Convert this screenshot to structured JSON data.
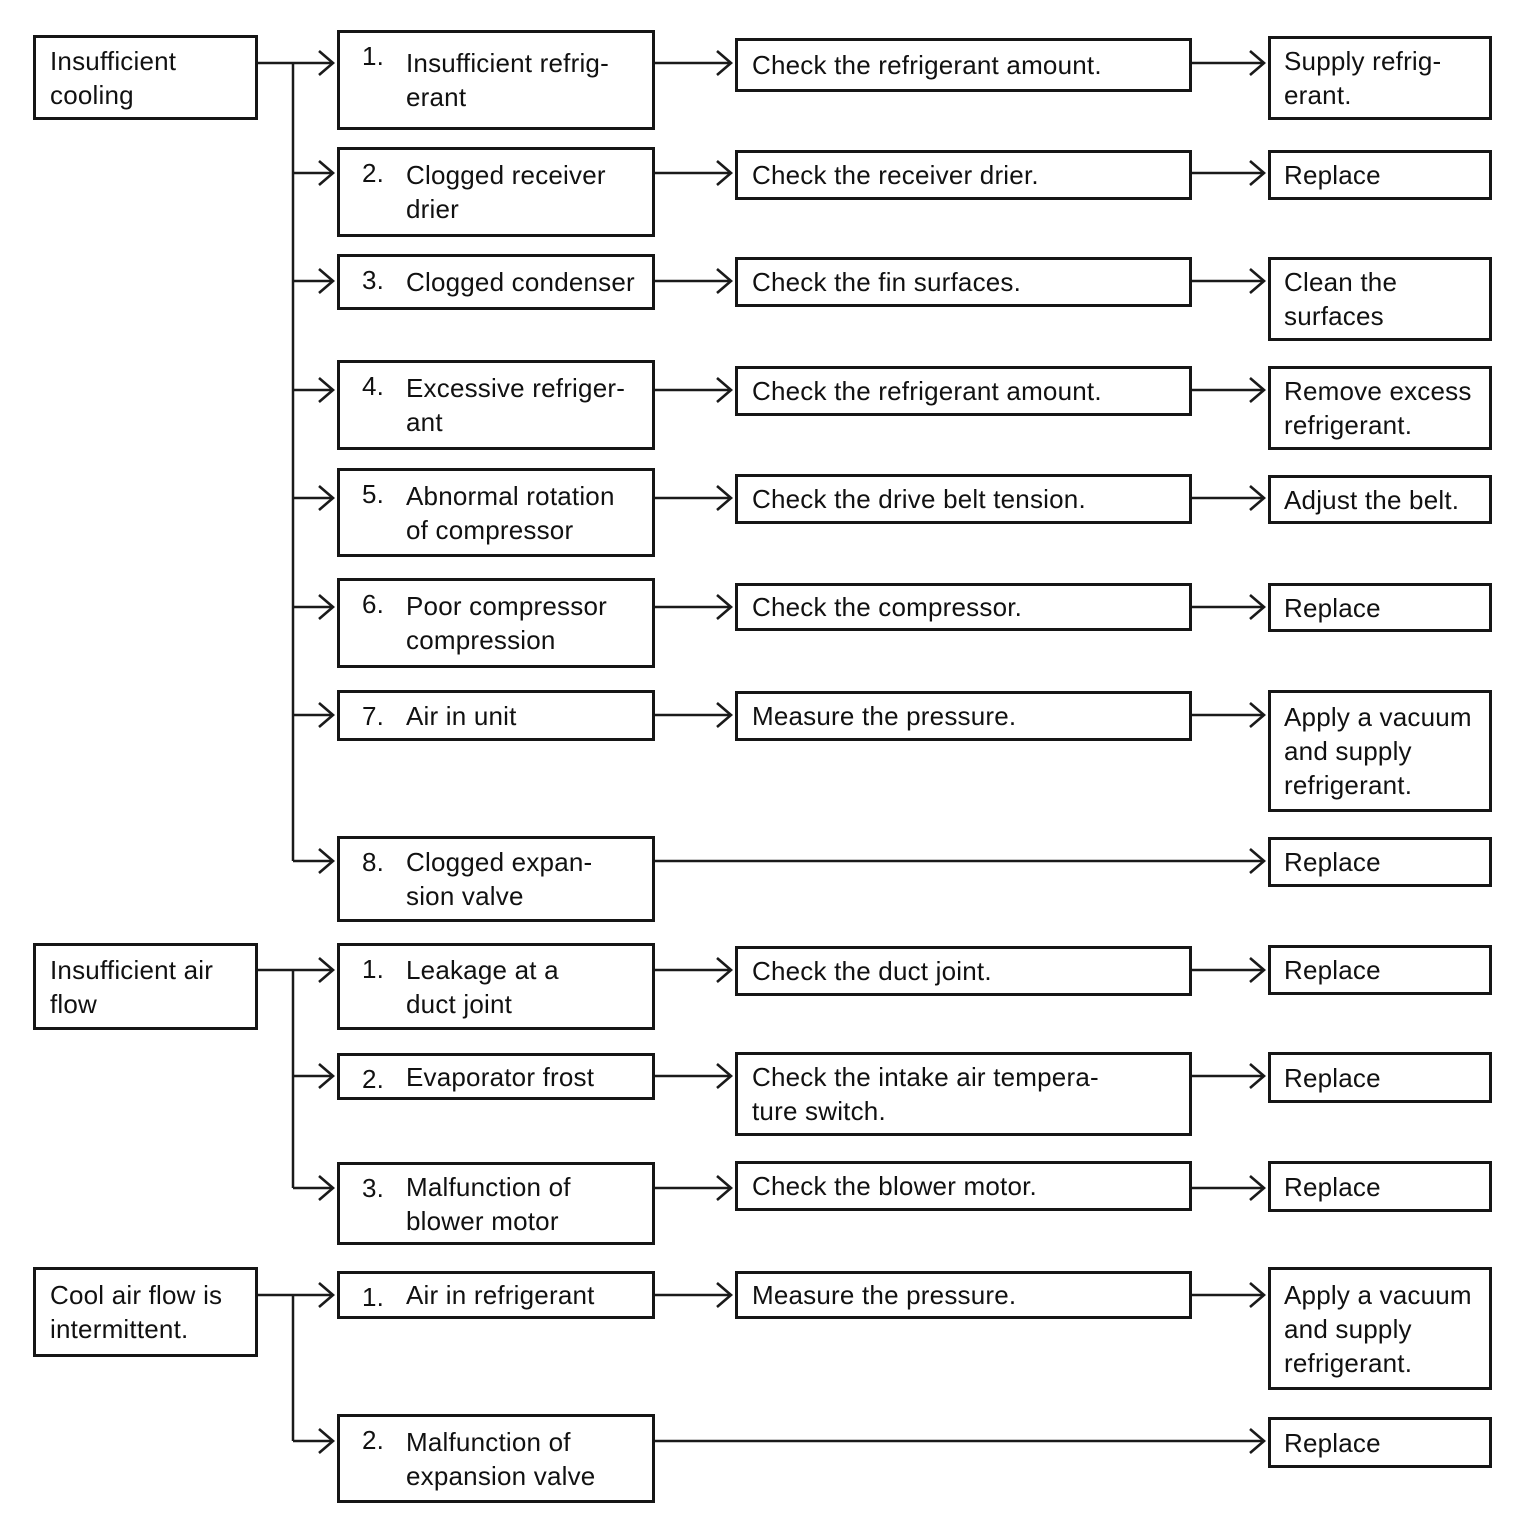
{
  "canvas": {
    "background": "#ffffff",
    "ink_color": "#1a1a1a",
    "border_color": "#161616"
  },
  "diagram": {
    "type": "troubleshooting-flowchart",
    "columns": [
      "symptom",
      "cause",
      "check",
      "remedy"
    ],
    "sections": [
      {
        "symptom": "Insufficient\ncooling",
        "rows": [
          {
            "num": "1.",
            "cause": "Insufficient refrig-\nerant",
            "check": "Check the refrigerant amount.",
            "remedy": "Supply refrig-\nerant."
          },
          {
            "num": "2.",
            "cause": "Clogged receiver\ndrier",
            "check": "Check the receiver drier.",
            "remedy": "Replace"
          },
          {
            "num": "3.",
            "cause": "Clogged condenser",
            "check": "Check the fin surfaces.",
            "remedy": "Clean the\nsurfaces"
          },
          {
            "num": "4.",
            "cause": "Excessive refriger-\nant",
            "check": "Check the refrigerant amount.",
            "remedy": "Remove excess\nrefrigerant."
          },
          {
            "num": "5.",
            "cause": "Abnormal rotation\nof compressor",
            "check": "Check the drive belt tension.",
            "remedy": "Adjust the belt."
          },
          {
            "num": "6.",
            "cause": "Poor compressor\ncompression",
            "check": "Check the compressor.",
            "remedy": "Replace"
          },
          {
            "num": "7.",
            "cause": "Air in unit",
            "check": "Measure the pressure.",
            "remedy": "Apply a vacuum\nand supply\nrefrigerant."
          },
          {
            "num": "8.",
            "cause": "Clogged expan-\nsion valve",
            "check": null,
            "remedy": "Replace"
          }
        ]
      },
      {
        "symptom": "Insufficient air\nflow",
        "rows": [
          {
            "num": "1.",
            "cause": "Leakage at a\nduct joint",
            "check": "Check the duct joint.",
            "remedy": "Replace"
          },
          {
            "num": "2.",
            "cause": "Evaporator frost",
            "check": "Check the intake air tempera-\nture switch.",
            "remedy": "Replace"
          },
          {
            "num": "3.",
            "cause": "Malfunction of\nblower motor",
            "check": "Check the blower motor.",
            "remedy": "Replace"
          }
        ]
      },
      {
        "symptom": "Cool air flow is\nintermittent.",
        "rows": [
          {
            "num": "1.",
            "cause": "Air in refrigerant",
            "check": "Measure the pressure.",
            "remedy": "Apply a vacuum\nand supply\nrefrigerant."
          },
          {
            "num": "2.",
            "cause": "Malfunction of\nexpansion valve",
            "check": null,
            "remedy": "Replace"
          }
        ]
      }
    ]
  }
}
